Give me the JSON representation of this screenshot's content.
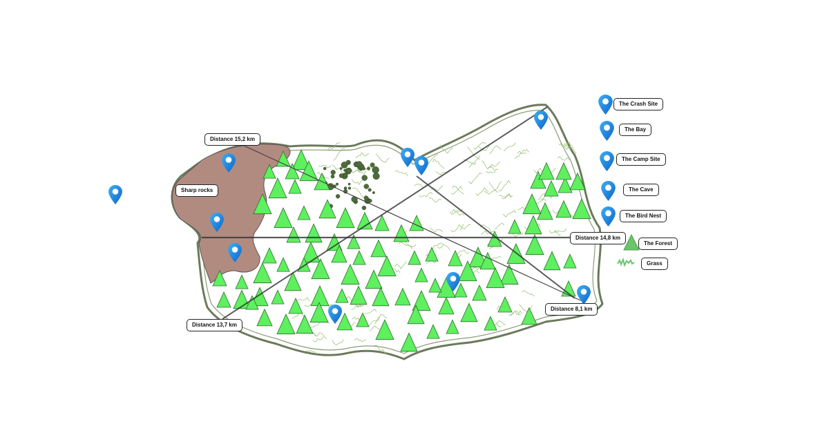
{
  "map": {
    "labels": {
      "sharp_rocks": "Sharp rocks",
      "distance_1": "Distance 15,2 km",
      "distance_2": "Distance 14,8 km",
      "distance_3": "Distance 13,7 km",
      "distance_4": "Distance 8,1 km"
    }
  },
  "legend": {
    "items": [
      {
        "label": "The Crash Site",
        "icon": "map-pin-icon"
      },
      {
        "label": "The Bay",
        "icon": "map-pin-icon"
      },
      {
        "label": "The Camp Site",
        "icon": "map-pin-icon"
      },
      {
        "label": "The Cave",
        "icon": "map-pin-icon"
      },
      {
        "label": "The Bird Nest",
        "icon": "map-pin-icon"
      },
      {
        "label": "The Forest",
        "icon": "tree-icon"
      },
      {
        "label": "Grass",
        "icon": "grass-icon"
      }
    ]
  },
  "colors": {
    "tree": "#5ef05e",
    "rocks": "#b28b80",
    "outline": "#6b7a5a",
    "grass": "#9bc27a",
    "pin": "#1e8fe6"
  }
}
